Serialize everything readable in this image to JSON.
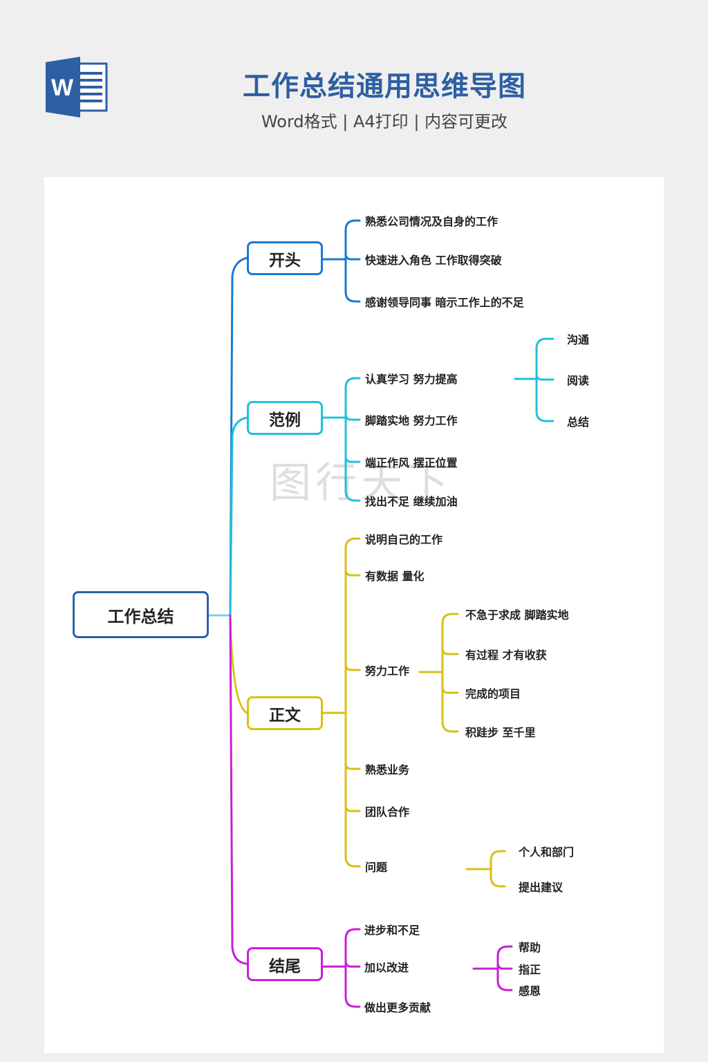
{
  "header": {
    "title": "工作总结通用思维导图",
    "subtitle": "Word格式 | A4打印 | 内容可更改",
    "logo_letter": "W"
  },
  "watermark": "图行天下",
  "colors": {
    "root": "#2b62a8",
    "blue": "#1a78d6",
    "cyan": "#1fc0dc",
    "yellow": "#d6c212",
    "magenta": "#c81ed8"
  },
  "mindmap": {
    "root": "工作总结",
    "branches": [
      {
        "label": "开头",
        "items": [
          "熟悉公司情况及自身的工作",
          "快速进入角色  工作取得突破",
          "感谢领导同事  暗示工作上的不足"
        ]
      },
      {
        "label": "范例",
        "items": [
          "认真学习  努力提高",
          "脚踏实地  努力工作",
          "端正作风  摆正位置",
          "找出不足  继续加油"
        ],
        "sub": [
          "沟通",
          "阅读",
          "总结"
        ]
      },
      {
        "label": "正文",
        "items": [
          "说明自己的工作",
          "有数据  量化",
          "努力工作",
          "熟悉业务",
          "团队合作",
          "问题"
        ],
        "sub_work": [
          "不急于求成  脚踏实地",
          "有过程  才有收获",
          "完成的项目",
          "积跬步  至千里"
        ],
        "sub_problem": [
          "个人和部门",
          "提出建议"
        ]
      },
      {
        "label": "结尾",
        "items": [
          "进步和不足",
          "加以改进",
          "做出更多贡献"
        ],
        "sub": [
          "帮助",
          "指正",
          "感恩"
        ]
      }
    ]
  }
}
